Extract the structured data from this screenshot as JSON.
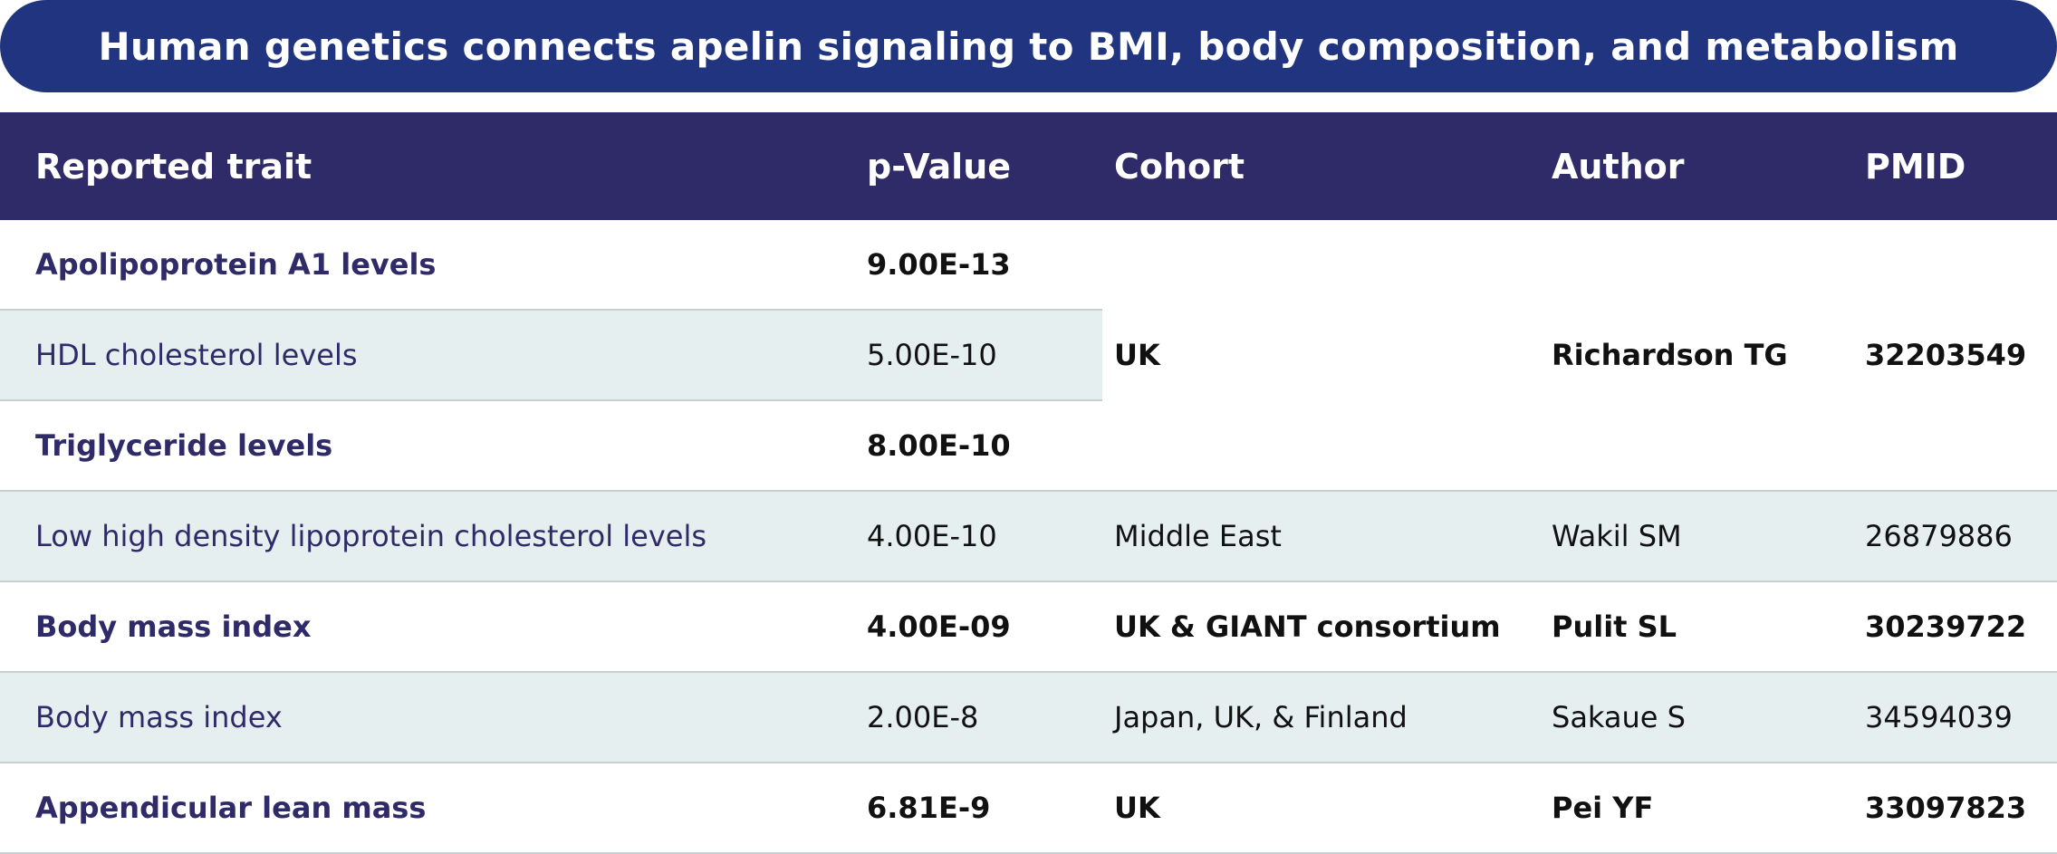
{
  "title": "Human genetics connects apelin signaling to BMI, body composition, and metabolism",
  "columns": [
    "Reported trait",
    "p-Value",
    "Cohort",
    "Author",
    "PMID"
  ],
  "group1": {
    "cohort": "UK",
    "author": "Richardson TG",
    "pmid": "32203549",
    "rows": [
      {
        "trait": "Apolipoprotein A1 levels",
        "pvalue": "9.00E-13"
      },
      {
        "trait": "HDL cholesterol levels",
        "pvalue": "5.00E-10"
      },
      {
        "trait": "Triglyceride levels",
        "pvalue": "8.00E-10"
      }
    ]
  },
  "rows": [
    {
      "trait": "Low high density lipoprotein cholesterol levels",
      "pvalue": "4.00E-10",
      "cohort": "Middle East",
      "author": "Wakil SM",
      "pmid": "26879886"
    },
    {
      "trait": "Body mass index",
      "pvalue": "4.00E-09",
      "cohort": "UK & GIANT consortium",
      "author": "Pulit SL",
      "pmid": "30239722"
    },
    {
      "trait": "Body mass index",
      "pvalue": "2.00E-8",
      "cohort": "Japan, UK, & Finland",
      "author": "Sakaue S",
      "pmid": "34594039"
    },
    {
      "trait": "Appendicular lean mass",
      "pvalue": "6.81E-9",
      "cohort": "UK",
      "author": "Pei YF",
      "pmid": "33097823"
    }
  ]
}
